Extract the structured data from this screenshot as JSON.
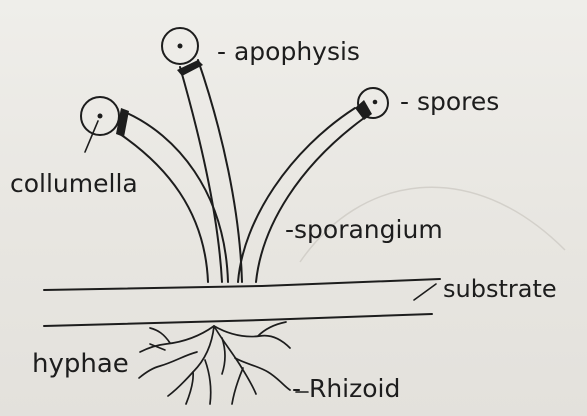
{
  "diagram": {
    "labels": {
      "apophysis": "- apophysis",
      "spores": "- spores",
      "columella": "collumella",
      "sporangium": "-sporangium",
      "substrate": "substrate",
      "hyphae": "hyphae",
      "rhizoid": "- Rhizoid"
    }
  }
}
